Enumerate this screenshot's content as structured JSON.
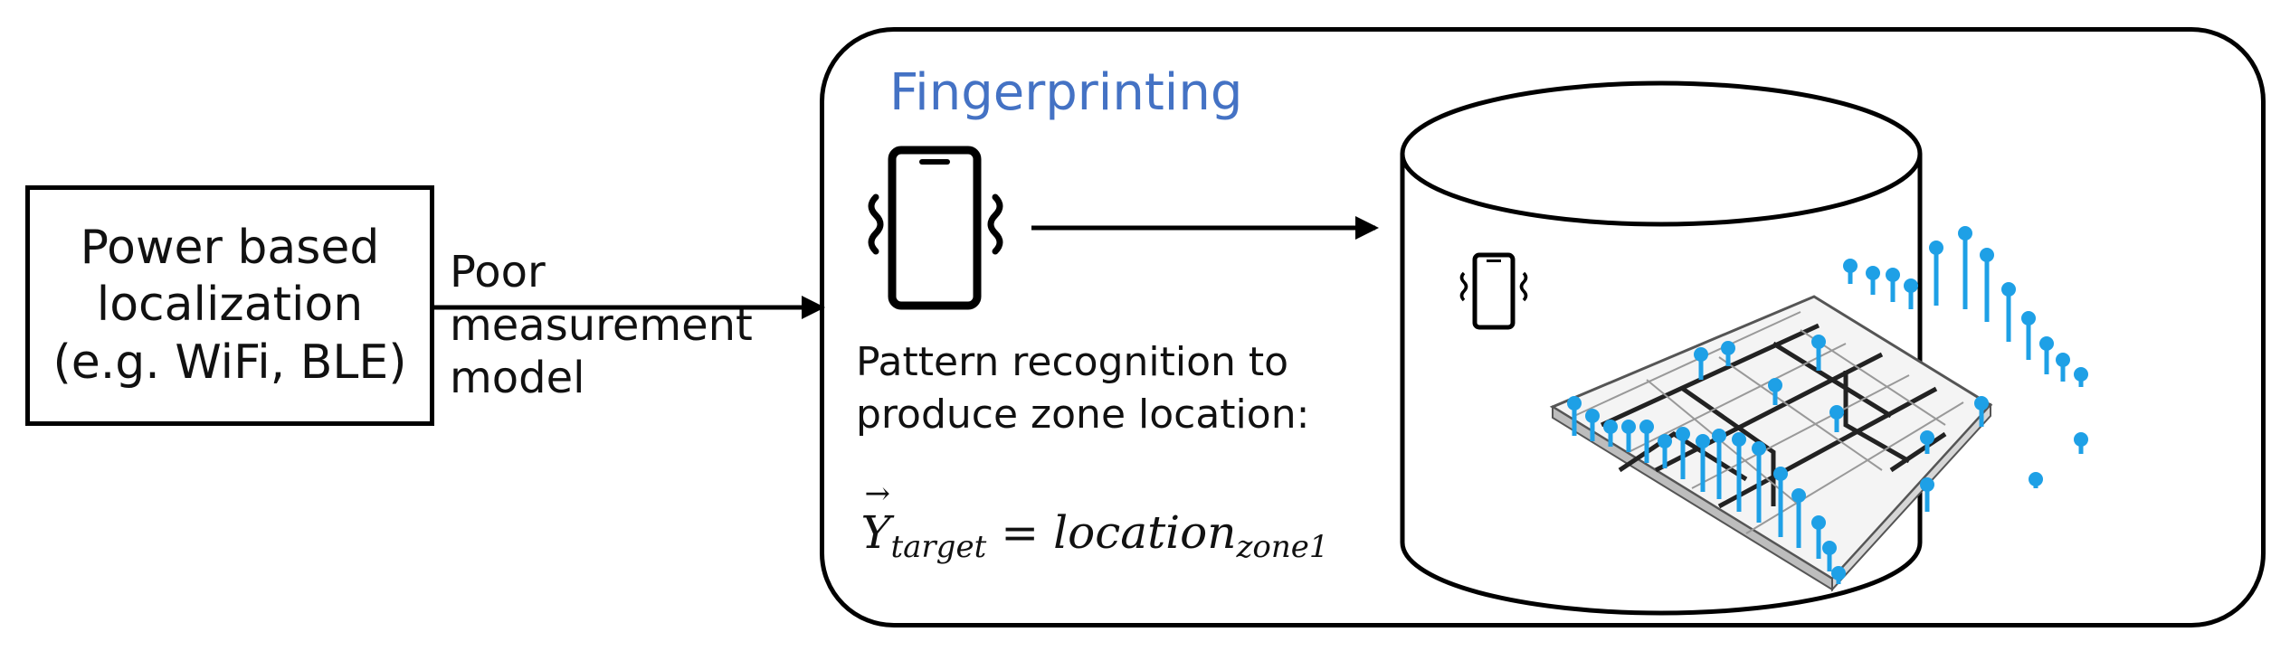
{
  "left_box": {
    "lines": [
      "Power based",
      "localization",
      "(e.g. WiFi, BLE)"
    ]
  },
  "arrow_label": {
    "lines": [
      "Poor",
      "measurement",
      "model"
    ]
  },
  "fingerprinting": {
    "title": "Fingerprinting",
    "pattern_lines": [
      "Pattern recognition to",
      "produce zone location:"
    ],
    "equation": {
      "lhs": "Y",
      "lhs_sub": "target",
      "sign": "=",
      "rhs": "location",
      "rhs_sub": "zone1"
    }
  },
  "icons": {
    "phone": "vibrating-smartphone-icon",
    "database": "database-cylinder-icon",
    "floorplan": "isometric-floorplan-icon"
  },
  "colors": {
    "title": "#4472c4",
    "access_point": "#1ea0e6",
    "line": "#000000"
  }
}
